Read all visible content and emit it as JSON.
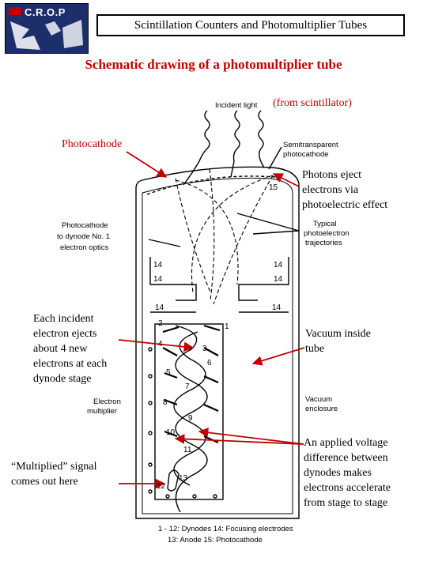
{
  "header": {
    "logo_text": "C.R.O.P",
    "title": "Scintillation Counters and Photomultiplier Tubes"
  },
  "subtitle": "Schematic drawing of a photomultiplier tube",
  "annotations": {
    "from_scintillator": "(from scintillator)",
    "photocathode": "Photocathode",
    "photons_eject": [
      "Photons eject",
      "electrons via",
      "photoelectric effect"
    ],
    "each_incident": [
      "Each incident",
      "electron ejects",
      "about 4 new",
      "electrons at each",
      "dynode stage"
    ],
    "vacuum": [
      "Vacuum inside",
      "tube"
    ],
    "multiplied": [
      "“Multiplied” signal",
      "comes out here"
    ],
    "applied_voltage": [
      "An applied voltage",
      "difference between",
      "dynodes makes",
      "electrons accelerate",
      "from stage to stage"
    ]
  },
  "diagram_labels": {
    "incident_light": "Incident light",
    "semitransparent": [
      "Semitransparent",
      "photocathode"
    ],
    "typical": [
      "Typical",
      "photoelectron",
      "trajectories"
    ],
    "pc_to_dynode": [
      "Photocathode",
      "to dynode No. 1",
      "electron optics"
    ],
    "electron_multiplier": [
      "Electron",
      "multiplier"
    ],
    "vacuum_enclosure": [
      "Vacuum",
      "enclosure"
    ],
    "legend": [
      "1 - 12:  Dynodes    14:  Focusing electrodes",
      "13:  Anode       15:  Photocathode"
    ],
    "numbers": [
      "15",
      "14",
      "14",
      "14",
      "14",
      "14",
      "14",
      "1",
      "2",
      "3",
      "4",
      "5",
      "6",
      "7",
      "8",
      "9",
      "10",
      "11",
      "12",
      "13"
    ]
  },
  "colors": {
    "accent": "#c00000",
    "logo_bg": "#1d2f6b"
  }
}
